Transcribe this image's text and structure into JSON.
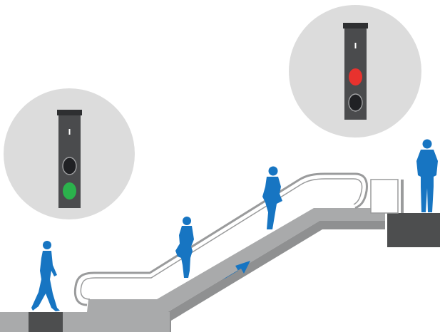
{
  "colors": {
    "background": "#ffffff",
    "circle_bg": "#dcdcdc",
    "escalator_body": "#a9aaab",
    "escalator_shadow": "#8f9091",
    "handrail": "#9a9b9c",
    "platform": "#4d4e4f",
    "signal_housing": "#4a4b4d",
    "signal_cap": "#2e2f31",
    "signal_green": "#2bb24c",
    "signal_red": "#e8322e",
    "signal_off": "#202124",
    "person": "#1775c2",
    "arrow": "#1775c2",
    "barrier_fill": "#ffffff",
    "barrier_stroke": "#9a9b9c"
  },
  "signals": [
    {
      "location": "bottom",
      "active_light": "green",
      "icon": "traffic-light-icon"
    },
    {
      "location": "top",
      "active_light": "red",
      "icon": "traffic-light-icon"
    }
  ],
  "escalator": {
    "direction": "up",
    "direction_icon": "arrow-up-right-icon"
  },
  "people_count": 4
}
